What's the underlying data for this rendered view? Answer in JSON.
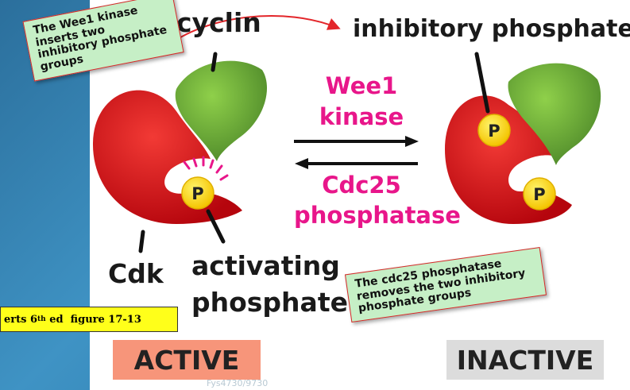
{
  "labels": {
    "cyclin": "cyclin",
    "inhibitory_phosphate": "inhibitory phosphate",
    "cdk": "Cdk",
    "activating_line1": "activating",
    "activating_line2": "phosphate"
  },
  "enzymes": {
    "forward_line1": "Wee1",
    "forward_line2": "kinase",
    "reverse_line1": "Cdc25",
    "reverse_line2": "phosphatase"
  },
  "phosphate_symbol": "P",
  "states": {
    "active": "ACTIVE",
    "inactive": "INACTIVE"
  },
  "notes": {
    "wee1_note": "The Wee1 kinase inserts two inhibitory phosphate groups",
    "cdc25_note": "The cdc25 phosphatase removes the two inhibitory phosphate groups"
  },
  "citation": {
    "prefix": "erts 6",
    "superscript": "th",
    "suffix": " ed  figure 17-13"
  },
  "footer": "Fys4730/9730",
  "colors": {
    "cdk_red": "#d8181e",
    "cyclin_green": "#7cb342",
    "phosphate_yellow": "#ffe119",
    "enzyme_pink": "#e8168a",
    "active_box": "#f7957a",
    "inactive_box": "#dcdcdc",
    "note_bg": "#c6efc6",
    "background_blue": "#3f93c4"
  }
}
